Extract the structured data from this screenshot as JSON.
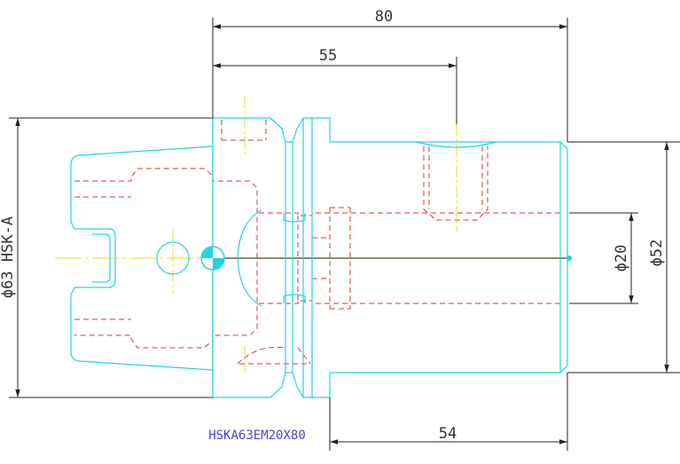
{
  "colors": {
    "outline": "#22d3e6",
    "hidden": "#e03030",
    "center": "#e8e020",
    "dimension": "#222222",
    "label": "#4444dd",
    "axis": "#556b2f"
  },
  "dimensions": {
    "overall_length": "80",
    "bore_depth": "55",
    "shank_length": "54",
    "flange_diameter": "ϕ63 HSK-A",
    "body_diameter": "ϕ52",
    "bore_diameter": "ϕ20"
  },
  "part_label": "HSKA63EM20X80"
}
